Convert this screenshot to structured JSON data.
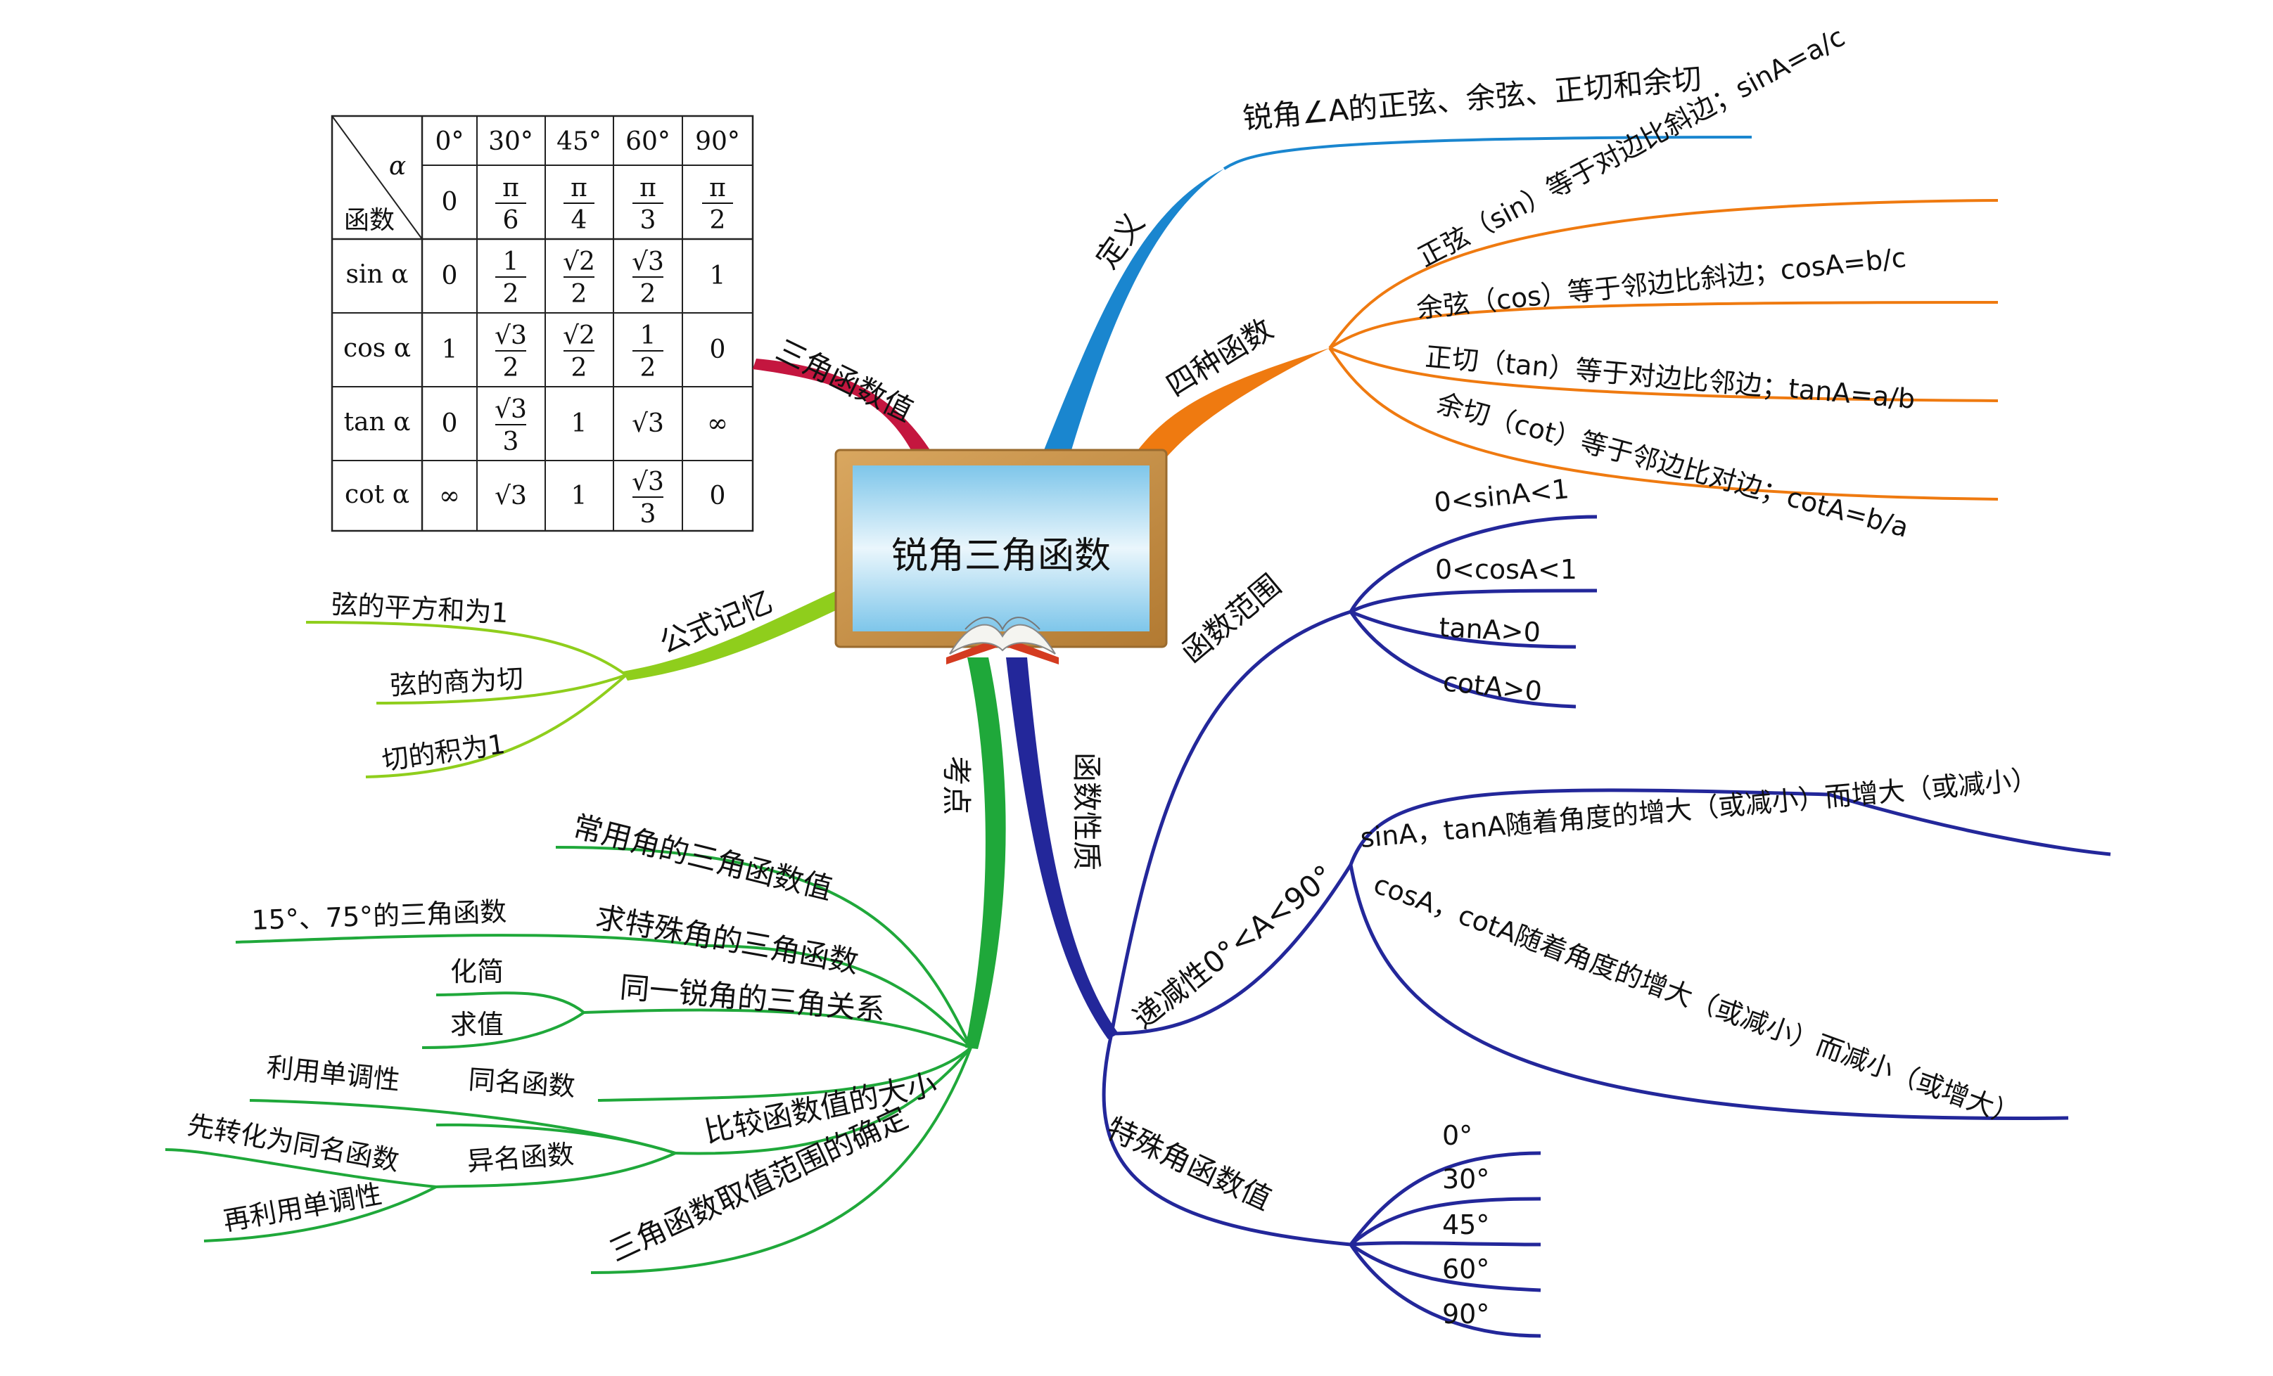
{
  "center": {
    "title": "锐角三角函数"
  },
  "colors": {
    "red": "#c4163f",
    "blue": "#1a86cf",
    "orange": "#ef7a10",
    "navy": "#23279a",
    "lime": "#8fce1c",
    "green": "#1fa83a",
    "board_frame": "#c6903f",
    "board_screen": "#8fd0ee"
  },
  "branches": {
    "values": {
      "label": "三角函数值"
    },
    "definition": {
      "label": "定义",
      "child": "锐角∠A的正弦、余弦、正切和余切"
    },
    "four": {
      "label": "四种函数",
      "items": [
        "正弦（sin）等于对边比斜边；sinA=a/c",
        "余弦（cos）等于邻边比斜边；cosA=b/c",
        "正切（tan）等于对边比邻边；tanA=a/b",
        "余切（cot）等于邻边比对边；cotA=b/a"
      ]
    },
    "formula": {
      "label": "公式记忆",
      "items": [
        "弦的平方和为1",
        "弦的商为切",
        "切的积为1"
      ]
    },
    "range": {
      "label": "函数范围",
      "items": [
        "0<sinA<1",
        "0<cosA<1",
        "tanA>0",
        "cotA>0"
      ]
    },
    "property": {
      "label": "函数性质"
    },
    "monotone": {
      "label": "递减性0°<A<90°",
      "up": "sinA，tanA随着角度的增大（或减小）而增大（或减小）",
      "down": "cosA，cotA随着角度的增大（或减小）而减小（或增大）"
    },
    "special": {
      "label": "特殊角函数值",
      "items": [
        "0°",
        "30°",
        "45°",
        "60°",
        "90°"
      ]
    },
    "exam": {
      "label": "考点",
      "common": "常用角的三角函数值",
      "special": {
        "label": "求特殊角的三角函数",
        "child": "15°、75°的三角函数"
      },
      "relation": {
        "label": "同一锐角的三角关系",
        "items": [
          "化简",
          "求值"
        ]
      },
      "compare": {
        "label": "比较函数值的大小",
        "same": {
          "label": "同名函数",
          "child": "利用单调性"
        },
        "diff": {
          "label": "异名函数",
          "items": [
            "先转化为同名函数",
            "再利用单调性"
          ]
        }
      },
      "range": "三角函数取值范围的确定"
    }
  },
  "table": {
    "corner_top": "α",
    "corner_bottom": "函数",
    "deg": [
      "0°",
      "30°",
      "45°",
      "60°",
      "90°"
    ],
    "rows": [
      {
        "name": "",
        "cells": [
          "0",
          "π|6",
          "π|4",
          "π|3",
          "π|2"
        ]
      },
      {
        "name": "sin α",
        "cells": [
          "0",
          "1|2",
          "√2|2",
          "√3|2",
          "1"
        ]
      },
      {
        "name": "cos α",
        "cells": [
          "1",
          "√3|2",
          "√2|2",
          "1|2",
          "0"
        ]
      },
      {
        "name": "tan α",
        "cells": [
          "0",
          "√3|3",
          "1",
          "√3",
          "∞"
        ]
      },
      {
        "name": "cot α",
        "cells": [
          "∞",
          "√3",
          "1",
          "√3|3",
          "0"
        ]
      }
    ]
  }
}
